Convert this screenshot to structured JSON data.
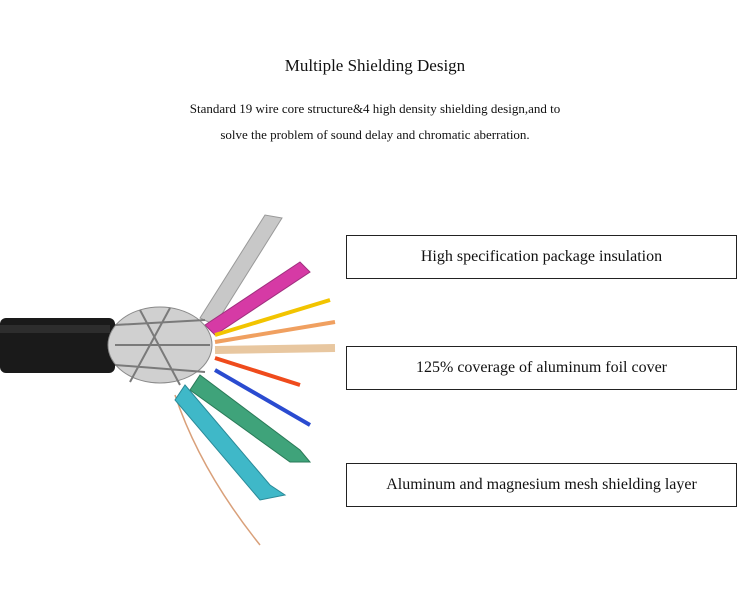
{
  "title": "Multiple Shielding Design",
  "subtitle": {
    "line1": "Standard 19 wire core structure&4 high density shielding design,and to",
    "line2": "solve the problem of sound delay and chromatic aberration."
  },
  "features": [
    {
      "label": "High specification package insulation"
    },
    {
      "label": "125% coverage of aluminum foil cover"
    },
    {
      "label": "Aluminum and magnesium mesh shielding layer"
    }
  ]
}
